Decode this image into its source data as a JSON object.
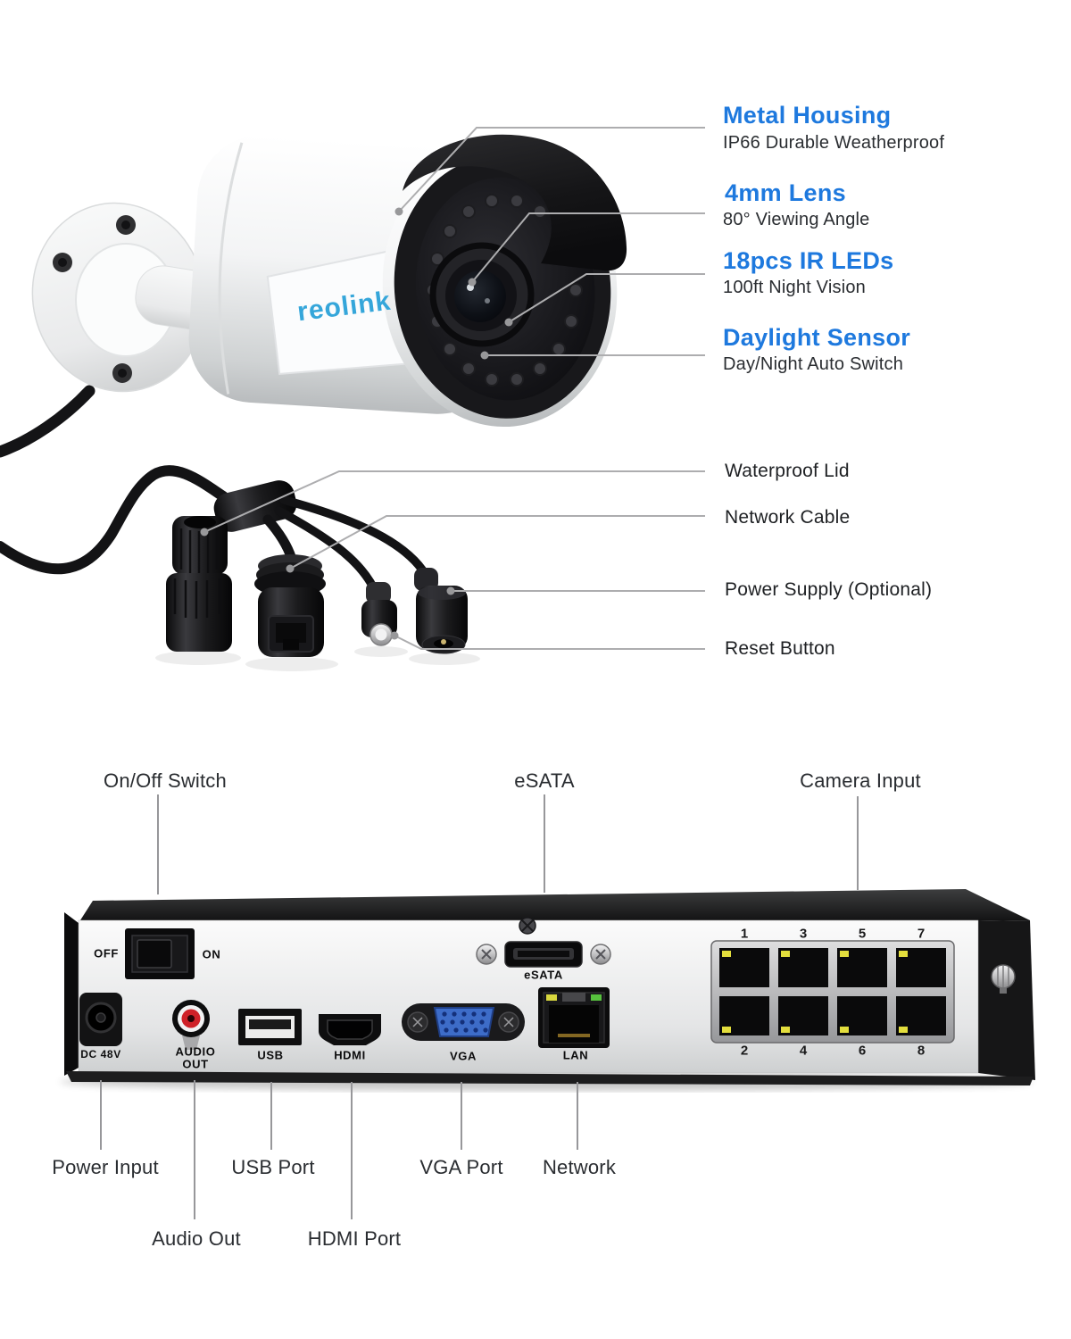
{
  "camera": {
    "logo_text": "reolink",
    "features": [
      {
        "title": "Metal Housing",
        "subtitle": "IP66 Durable Weatherproof"
      },
      {
        "title": "4mm Lens",
        "subtitle": "80° Viewing Angle"
      },
      {
        "title": "18pcs IR LEDs",
        "subtitle": "100ft Night Vision"
      },
      {
        "title": "Daylight Sensor",
        "subtitle": "Day/Night Auto Switch"
      }
    ],
    "parts": [
      "Waterproof Lid",
      "Network Cable",
      "Power Supply (Optional)",
      "Reset Button"
    ]
  },
  "nvr": {
    "top_labels": [
      "On/Off Switch",
      "eSATA",
      "Camera Input"
    ],
    "bottom_labels": [
      "Power Input",
      "Audio Out",
      "USB Port",
      "HDMI Port",
      "VGA Port",
      "Network"
    ],
    "panel": {
      "off": "OFF",
      "on": "ON",
      "dc_power": "DC 48V",
      "audio_line1": "AUDIO",
      "audio_line2": "OUT",
      "usb": "USB",
      "hdmi": "HDMI",
      "vga": "VGA",
      "lan": "LAN",
      "esata": "eSATA"
    },
    "camera_port_numbers": [
      "1",
      "3",
      "5",
      "7",
      "2",
      "4",
      "6",
      "8"
    ]
  },
  "colors": {
    "accent_blue": "#1E79DE",
    "logo_blue": "#35A6DA",
    "text_dark": "#2A2D31"
  }
}
